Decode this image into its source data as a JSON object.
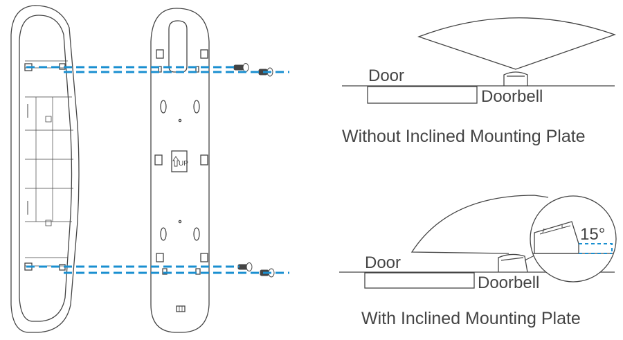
{
  "labels": {
    "door_top": "Door",
    "doorbell_top": "Doorbell",
    "caption_top": "Without Inclined Mounting Plate",
    "door_bottom": "Door",
    "doorbell_bottom": "Doorbell",
    "caption_bottom": "With Inclined Mounting Plate",
    "angle": "15°",
    "plate_mark": "UP"
  },
  "colors": {
    "stroke": "#444444",
    "guide": "#1a8fd0",
    "background": "#ffffff"
  }
}
